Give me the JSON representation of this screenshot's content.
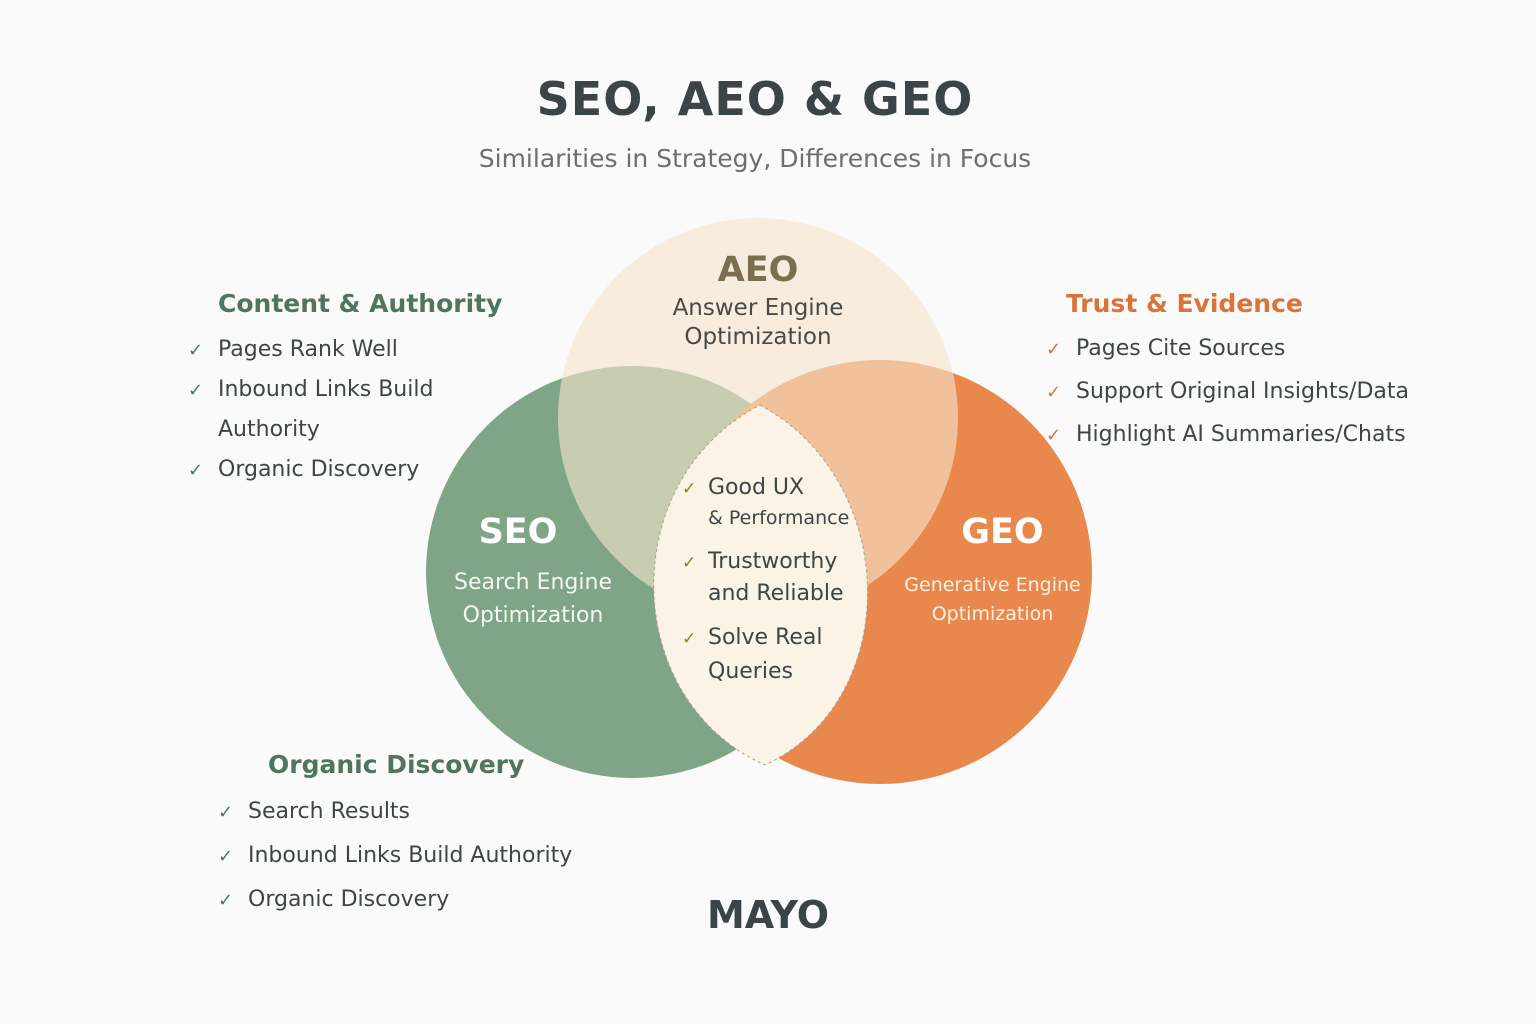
{
  "title": "SEO, AEO & GEO",
  "subtitle": "Similarities in Strategy, Differences in Focus",
  "colors": {
    "seo": "#7fa586",
    "geo": "#e8884c",
    "aeo": "#f3e2c8",
    "center": "#fbf3e6",
    "green_text": "#4f7560",
    "orange_text": "#d9733a"
  },
  "venn": {
    "aeo": {
      "abbr": "AEO",
      "line1": "Answer Engine",
      "line2": "Optimization"
    },
    "seo": {
      "abbr": "SEO",
      "line1": "Search Engine",
      "line2": "Optimization"
    },
    "geo": {
      "abbr": "GEO",
      "line1": "Generative Engine",
      "line2": "Optimization"
    },
    "center": {
      "items": [
        {
          "line1": "Good UX",
          "line2": "& Performance"
        },
        {
          "line1": "Trustworthy",
          "line2": "and Reliable"
        },
        {
          "line1": "Solve Real",
          "line2": "Queries"
        }
      ]
    }
  },
  "content_authority": {
    "heading": "Content & Authority",
    "items": [
      "Pages Rank Well",
      "Inbound Links Build",
      "Authority",
      "Organic Discovery"
    ]
  },
  "trust_evidence": {
    "heading": "Trust & Evidence",
    "items": [
      "Pages Cite Sources",
      "Support Original Insights/Data",
      "Highlight AI Summaries/Chats"
    ]
  },
  "organic_discovery": {
    "heading": "Organic Discovery",
    "items": [
      "Search Results",
      "Inbound Links Build Authority",
      "Organic Discovery"
    ]
  },
  "check_icon": "✓",
  "logo": "MAYO"
}
